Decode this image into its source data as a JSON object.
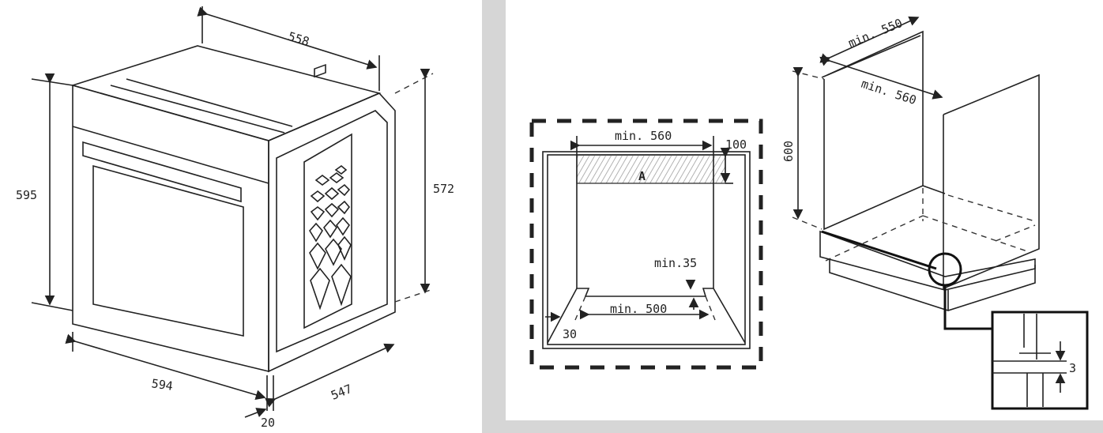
{
  "oven_dimensions": {
    "width_top": "558",
    "height_front": "595",
    "height_side": "572",
    "width_front": "594",
    "depth": "547",
    "front_thickness": "20"
  },
  "cutout_front": {
    "min_width": "min. 560",
    "vent_height": "100",
    "vent_label": "A",
    "min_gap": "min.35",
    "min_floor": "min. 500",
    "side": "30"
  },
  "cabinet": {
    "min_depth": "min. 550",
    "min_width": "min. 560",
    "height": "600",
    "detail_gap": "3"
  }
}
